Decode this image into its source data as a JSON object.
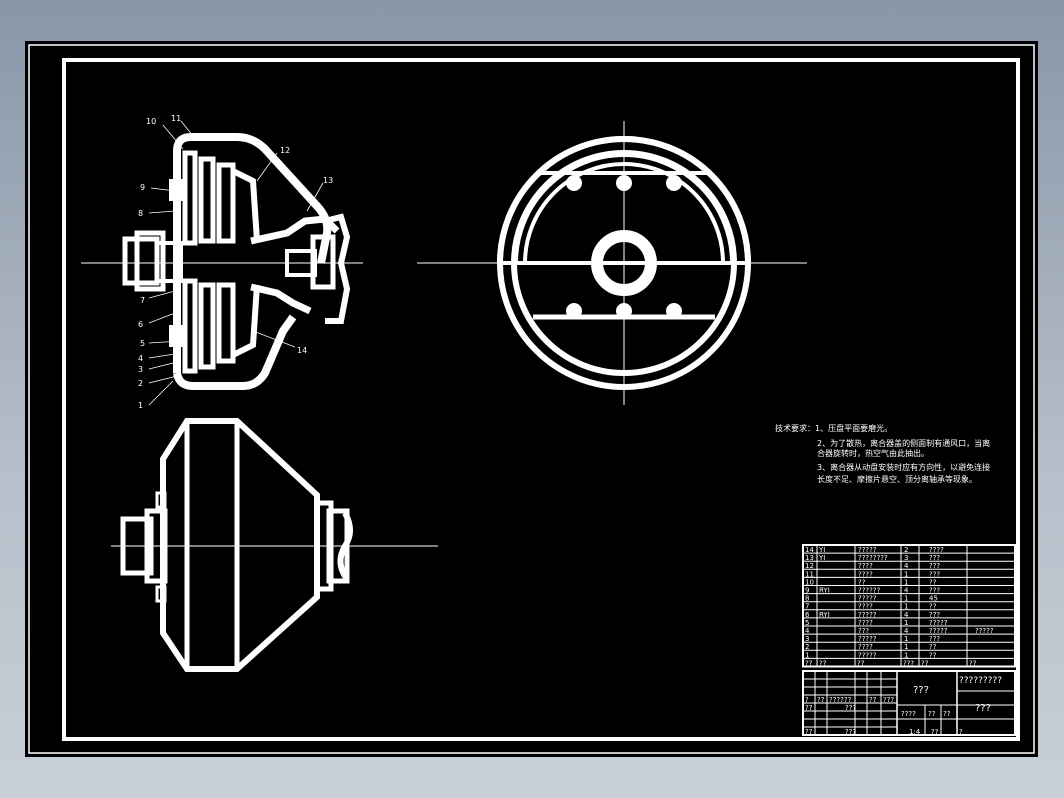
{
  "balloons": [
    "10",
    "11",
    "12",
    "13",
    "9",
    "8",
    "7",
    "6",
    "5",
    "4",
    "3",
    "2",
    "1",
    "14"
  ],
  "notes": {
    "heading": "技术要求：1、压盘平面要磨光。",
    "line2a": "2、为了散热，离合器盖的侧面制有通风口，当离",
    "line2b": "合器旋转时，热空气由此抽出。",
    "line3a": "3、离合器从动盘安装时应有方向性，以避免连接",
    "line3b": "长度不足、摩擦片悬空、顶分离轴承等现象。"
  },
  "parts_table": {
    "rows": [
      {
        "no": "14",
        "code": "YI",
        "name": "?????",
        "qty": "2",
        "mat": "????",
        "note": ""
      },
      {
        "no": "13",
        "code": "YI",
        "name": "????????",
        "qty": "3",
        "mat": "???",
        "note": ""
      },
      {
        "no": "12",
        "code": "",
        "name": "????",
        "qty": "4",
        "mat": "???",
        "note": ""
      },
      {
        "no": "11",
        "code": "",
        "name": "????",
        "qty": "1",
        "mat": "???",
        "note": ""
      },
      {
        "no": "10",
        "code": "",
        "name": "??",
        "qty": "1",
        "mat": "??",
        "note": ""
      },
      {
        "no": "9",
        "code": "RYI",
        "name": "??????",
        "qty": "4",
        "mat": "???",
        "note": ""
      },
      {
        "no": "8",
        "code": "",
        "name": "?????",
        "qty": "1",
        "mat": "45",
        "note": ""
      },
      {
        "no": "7",
        "code": "",
        "name": "????",
        "qty": "1",
        "mat": "??",
        "note": ""
      },
      {
        "no": "6",
        "code": "RYI",
        "name": "?????",
        "qty": "4",
        "mat": "???",
        "note": ""
      },
      {
        "no": "5",
        "code": "",
        "name": "????",
        "qty": "1",
        "mat": "?????",
        "note": ""
      },
      {
        "no": "4",
        "code": "",
        "name": "???",
        "qty": "4",
        "mat": "?????",
        "note": "?????"
      },
      {
        "no": "3",
        "code": "",
        "name": "?????",
        "qty": "1",
        "mat": "???",
        "note": ""
      },
      {
        "no": "2",
        "code": "",
        "name": "????",
        "qty": "1",
        "mat": "??",
        "note": ""
      },
      {
        "no": "1",
        "code": "",
        "name": "?????",
        "qty": "1",
        "mat": "??",
        "note": ""
      }
    ],
    "header": [
      "??",
      "??",
      "??",
      "???",
      "??",
      "??"
    ]
  },
  "title_block": {
    "drawing_name": "???",
    "school": "?????????",
    "drawing_no": "???",
    "sign_row": [
      "?",
      "??",
      "??????",
      "??",
      "???"
    ],
    "design_row": [
      "??",
      "???"
    ],
    "scale_row": [
      "????",
      "??",
      "??"
    ],
    "bottom_row": [
      "??",
      "???",
      "1:4",
      "??",
      "?"
    ]
  }
}
